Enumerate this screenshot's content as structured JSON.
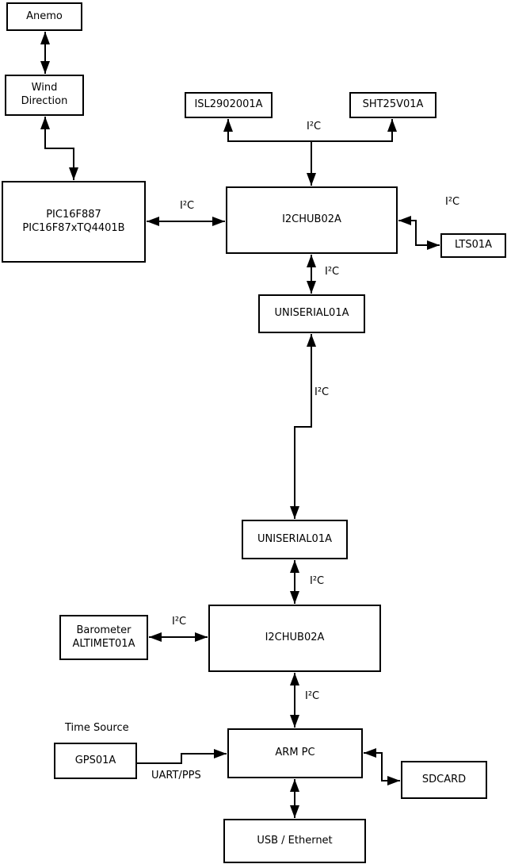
{
  "nodes": {
    "anemo": {
      "label": "Anemo"
    },
    "wind_direction": {
      "label": "Wind\nDirection"
    },
    "pic": {
      "label": "PIC16F887\nPIC16F87xTQ4401B"
    },
    "isl": {
      "label": "ISL2902001A"
    },
    "sht": {
      "label": "SHT25V01A"
    },
    "i2c_hub_upper": {
      "label": "I2CHUB02A"
    },
    "lts": {
      "label": "LTS01A"
    },
    "uniserial_upper": {
      "label": "UNISERIAL01A"
    },
    "uniserial_lower": {
      "label": "UNISERIAL01A"
    },
    "i2c_hub_lower": {
      "label": "I2CHUB02A"
    },
    "barometer": {
      "label": "Barometer\nALTIMET01A"
    },
    "gps": {
      "label": "GPS01A",
      "annotation": "Time Source"
    },
    "arm_pc": {
      "label": "ARM PC"
    },
    "sdcard": {
      "label": "SDCARD"
    },
    "usb_ethernet": {
      "label": "USB / Ethernet"
    }
  },
  "edges": [
    {
      "from": "anemo",
      "to": "wind_direction",
      "direction": "bidirectional",
      "label": ""
    },
    {
      "from": "wind_direction",
      "to": "pic",
      "direction": "bidirectional",
      "label": ""
    },
    {
      "from": "pic",
      "to": "i2c_hub_upper",
      "direction": "bidirectional",
      "label": "I²C"
    },
    {
      "from": "i2c_hub_upper",
      "to": [
        "isl",
        "sht"
      ],
      "direction": "bidirectional",
      "label": "I²C"
    },
    {
      "from": "i2c_hub_upper",
      "to": "lts",
      "direction": "bidirectional",
      "label": "I²C"
    },
    {
      "from": "i2c_hub_upper",
      "to": "uniserial_upper",
      "direction": "bidirectional",
      "label": "I²C"
    },
    {
      "from": "uniserial_upper",
      "to": "uniserial_lower",
      "direction": "bidirectional",
      "label": "I²C"
    },
    {
      "from": "uniserial_lower",
      "to": "i2c_hub_lower",
      "direction": "bidirectional",
      "label": "I²C"
    },
    {
      "from": "barometer",
      "to": "i2c_hub_lower",
      "direction": "bidirectional",
      "label": "I²C"
    },
    {
      "from": "i2c_hub_lower",
      "to": "arm_pc",
      "direction": "bidirectional",
      "label": "I²C"
    },
    {
      "from": "gps",
      "to": "arm_pc",
      "direction": "unidirectional",
      "label": "UART/PPS"
    },
    {
      "from": "arm_pc",
      "to": "sdcard",
      "direction": "bidirectional",
      "label": ""
    },
    {
      "from": "arm_pc",
      "to": "usb_ethernet",
      "direction": "bidirectional",
      "label": ""
    }
  ],
  "colors": {
    "line": "#000000",
    "box_border": "#000000",
    "background": "#ffffff",
    "text": "#000000"
  }
}
